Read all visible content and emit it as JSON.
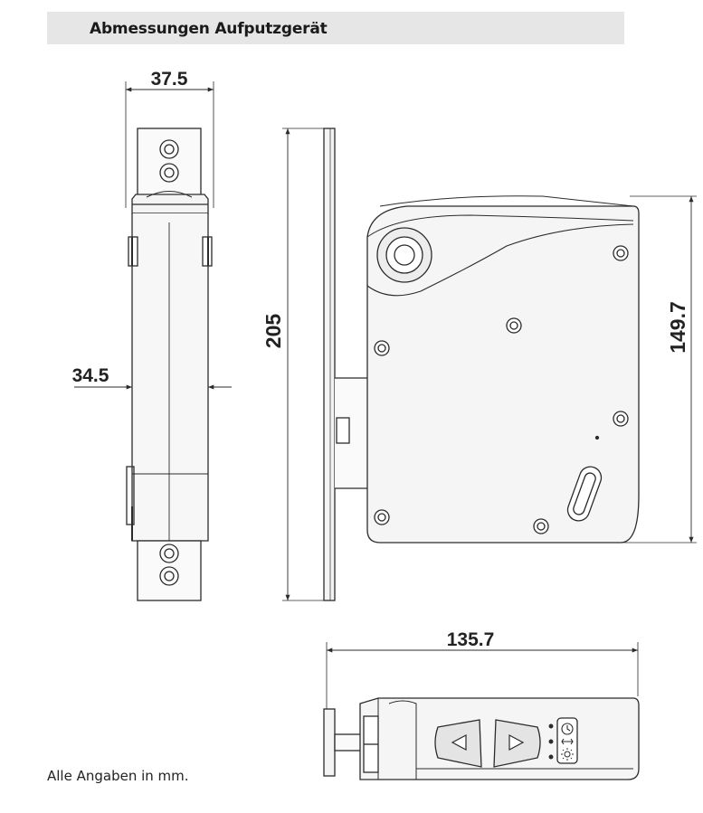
{
  "header": {
    "title": "Abmessungen Aufputzgerät"
  },
  "footnote": "Alle Angaben in mm.",
  "dimensions": {
    "side_width": "37.5",
    "side_inner": "34.5",
    "height": "205",
    "body_height": "149.7",
    "bottom_width": "135.7"
  },
  "colors": {
    "line": "#2b2b2b",
    "fill": "#f4f4f4",
    "header_bg": "#e6e6e6"
  },
  "icons": [
    "arrow-left-icon",
    "arrow-right-icon",
    "clock-icon",
    "light-icon"
  ]
}
